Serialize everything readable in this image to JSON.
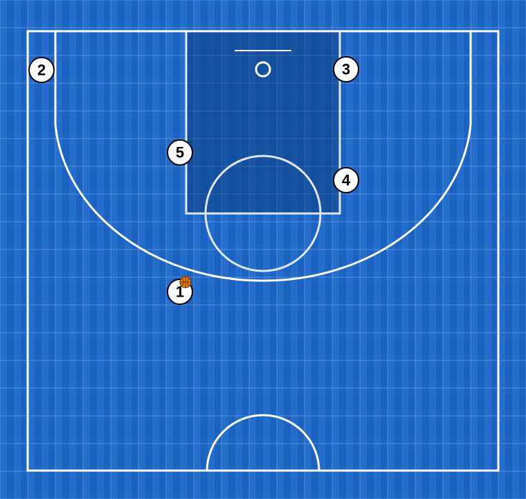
{
  "court": {
    "background_color": "#1f66c4",
    "background_stripe_color": "#1a5fbe",
    "grid_color": "#7fb0ea",
    "line_color": "#ffffff",
    "paint_color": "#0f3f80"
  },
  "players": [
    {
      "number": "1",
      "has_ball": true
    },
    {
      "number": "2",
      "has_ball": false
    },
    {
      "number": "3",
      "has_ball": false
    },
    {
      "number": "4",
      "has_ball": false
    },
    {
      "number": "5",
      "has_ball": false
    }
  ],
  "ball": {
    "icon": "basketball-icon",
    "color": "#e07a10"
  }
}
